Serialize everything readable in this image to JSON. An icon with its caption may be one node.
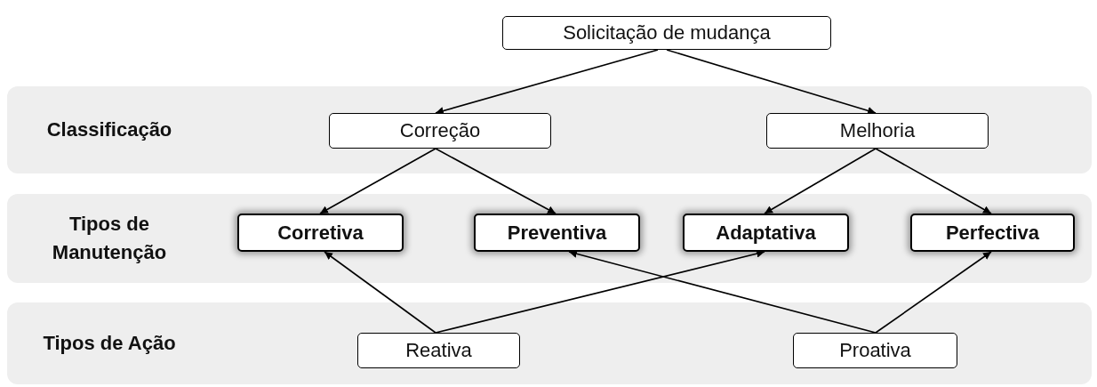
{
  "diagram": {
    "nodes": [
      {
        "text": [
          "Solicitação de mudança"
        ]
      },
      {
        "text": [
          "Classificação"
        ]
      },
      {
        "text": [
          "Correção"
        ],
        "in": 1
      },
      {
        "text": [
          "Melhoria"
        ],
        "in": 1
      },
      {
        "text": [
          "Tipos de Manutenção"
        ]
      },
      {
        "text": [
          "Corretiva"
        ],
        "in": 4
      },
      {
        "text": [
          "Preventiva"
        ],
        "in": 4
      },
      {
        "text": [
          "Adaptativa"
        ],
        "in": 4
      },
      {
        "text": [
          "Perfectiva"
        ],
        "in": 4
      },
      {
        "text": [
          "Tipos de Ação"
        ]
      },
      {
        "text": [
          "Reativa"
        ],
        "in": 9
      },
      {
        "text": [
          "Proativa"
        ],
        "in": 9
      }
    ],
    "edges": [
      {
        "from": 0,
        "to": 2,
        "arrow": "to"
      },
      {
        "from": 0,
        "to": 3,
        "arrow": "to"
      },
      {
        "from": 2,
        "to": 5,
        "arrow": "to"
      },
      {
        "from": 2,
        "to": 6,
        "arrow": "to"
      },
      {
        "from": 3,
        "to": 7,
        "arrow": "to"
      },
      {
        "from": 3,
        "to": 8,
        "arrow": "to"
      },
      {
        "from": 10,
        "to": 5,
        "arrow": "to"
      },
      {
        "from": 10,
        "to": 7,
        "arrow": "to"
      },
      {
        "from": 11,
        "to": 6,
        "arrow": "to"
      },
      {
        "from": 11,
        "to": 8,
        "arrow": "to"
      }
    ]
  }
}
